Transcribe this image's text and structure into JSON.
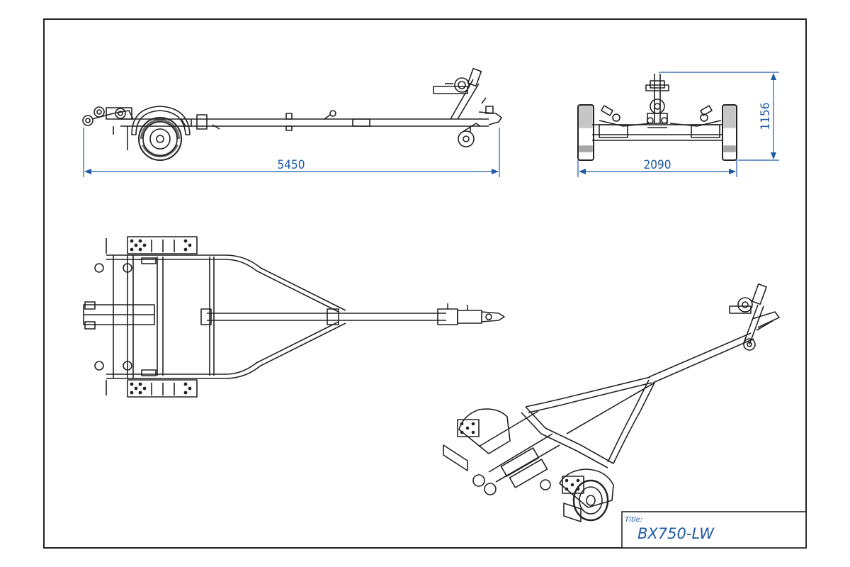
{
  "colors": {
    "line": "#222222",
    "dimension": "#1f5aa6",
    "background": "#ffffff"
  },
  "dimensions": {
    "length": "5450",
    "width": "2090",
    "height": "1156"
  },
  "title_block": {
    "label": "Title:",
    "value": "BX750-LW"
  },
  "views": [
    {
      "name": "side-view"
    },
    {
      "name": "rear-view"
    },
    {
      "name": "top-view"
    },
    {
      "name": "isometric-view"
    }
  ]
}
